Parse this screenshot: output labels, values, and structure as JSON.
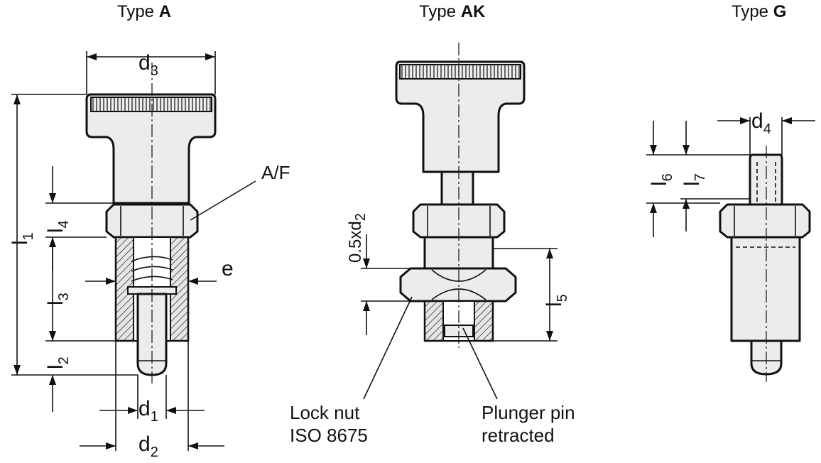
{
  "titles": {
    "type_a": {
      "prefix": "Type ",
      "bold": "A"
    },
    "type_ak": {
      "prefix": "Type ",
      "bold": "AK"
    },
    "type_g": {
      "prefix": "Type ",
      "bold": "G"
    }
  },
  "dims": {
    "d1": {
      "base": "d",
      "sub": "1"
    },
    "d2": {
      "base": "d",
      "sub": "2"
    },
    "d3": {
      "base": "d",
      "sub": "3"
    },
    "d4": {
      "base": "d",
      "sub": "4"
    },
    "l1": {
      "base": "l",
      "sub": "1"
    },
    "l2": {
      "base": "l",
      "sub": "2"
    },
    "l3": {
      "base": "l",
      "sub": "3"
    },
    "l4": {
      "base": "l",
      "sub": "4"
    },
    "l5": {
      "base": "l",
      "sub": "5"
    },
    "l6": {
      "base": "l",
      "sub": "6"
    },
    "l7": {
      "base": "l",
      "sub": "7"
    },
    "e": "e",
    "af": "A/F",
    "half_d2": {
      "base": "0.5xd",
      "sub": "2"
    }
  },
  "callouts": {
    "lock_nut_line1": "Lock nut",
    "lock_nut_line2": "ISO 8675",
    "plunger_line1": "Plunger pin",
    "plunger_line2": "retracted"
  }
}
